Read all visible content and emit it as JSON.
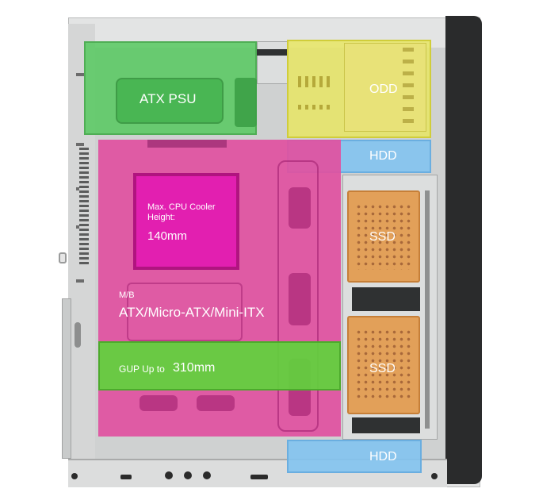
{
  "labels": {
    "psu": "ATX PSU",
    "odd": "ODD",
    "hdd_top": "HDD",
    "cpu_line1": "Max. CPU Cooler",
    "cpu_line2": "Height:",
    "cpu_value": "140mm",
    "mb_prefix": "M/B",
    "mb_value": "ATX/Micro-ATX/Mini-ITX",
    "gpu_prefix": "GUP Up to",
    "gpu_value": "310mm",
    "ssd_1": "SSD",
    "ssd_2": "SSD",
    "hdd_bottom": "HDD"
  },
  "colors": {
    "psu_zone": "#50c85a",
    "odd_zone": "#e8e664",
    "hdd_zone": "#82c3f0",
    "motherboard_zone": "#e150a0",
    "cpu_cooler_zone": "#e21fb0",
    "gpu_zone": "#5fd23c",
    "ssd_tray": "#e2a059",
    "case_front": "#2a2b2c"
  }
}
